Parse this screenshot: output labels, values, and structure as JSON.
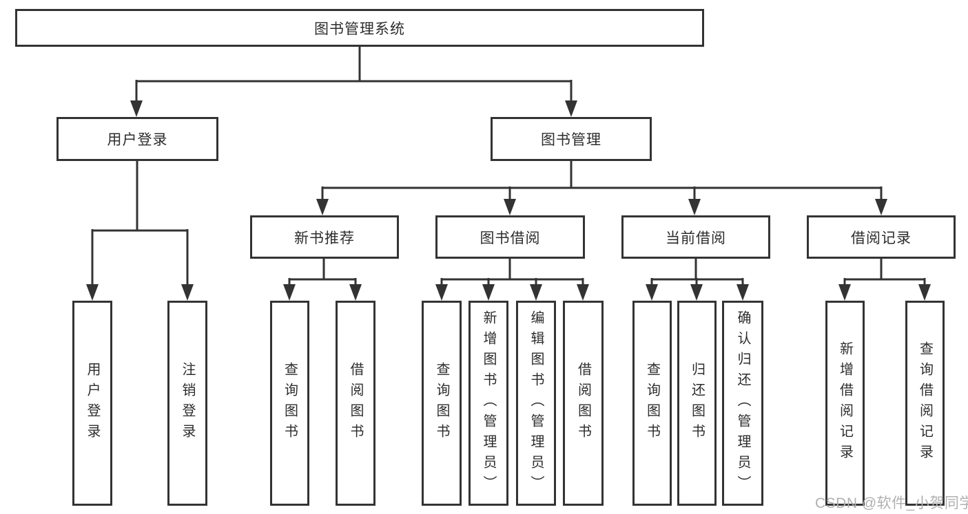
{
  "colors": {
    "line": "#333333",
    "text": "#2d2d2d",
    "watermark": "#b0b0b0",
    "background": "#ffffff"
  },
  "watermark": {
    "text": "CSDN @软件_小贺同学"
  },
  "diagram": {
    "nodes": {
      "root": {
        "label": "图书管理系统"
      },
      "userLogin": {
        "label": "用户登录"
      },
      "bookManagement": {
        "label": "图书管理"
      },
      "newBookRecommend": {
        "label": "新书推荐"
      },
      "bookBorrow": {
        "label": "图书借阅"
      },
      "currentBorrow": {
        "label": "当前借阅"
      },
      "borrowRecord": {
        "label": "借阅记录"
      },
      "userLoginLeaf": {
        "label": "用户登录"
      },
      "logoutLeaf": {
        "label": "注销登录"
      },
      "nbQueryBook": {
        "label": "查询图书"
      },
      "nbBorrowBook": {
        "label": "借阅图书"
      },
      "bbQueryBook": {
        "label": "查询图书"
      },
      "bbAddBook": {
        "label": "新增图书（管理员）"
      },
      "bbEditBook": {
        "label": "编辑图书（管理员）"
      },
      "bbBorrowBook": {
        "label": "借阅图书"
      },
      "cbQueryBook": {
        "label": "查询图书"
      },
      "cbReturnBook": {
        "label": "归还图书"
      },
      "cbConfirmReturn": {
        "label": "确认归还（管理员）"
      },
      "brAddRecord": {
        "label": "新增借阅记录"
      },
      "brQueryRecord": {
        "label": "查询借阅记录"
      }
    }
  }
}
